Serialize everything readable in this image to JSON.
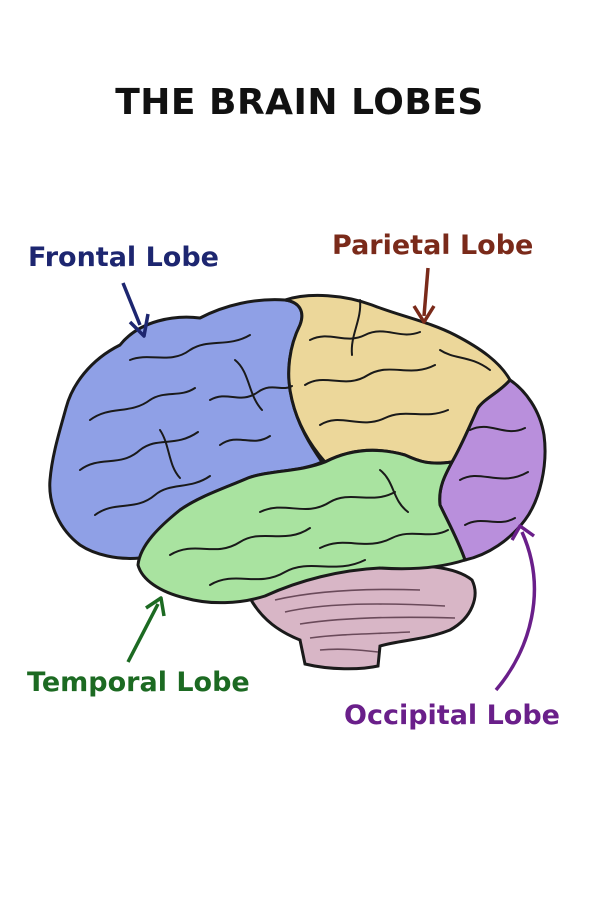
{
  "title": "THE BRAIN LOBES",
  "labels": {
    "frontal": "Frontal Lobe",
    "parietal": "Parietal Lobe",
    "temporal": "Temporal Lobe",
    "occipital": "Occipital Lobe"
  },
  "colors": {
    "frontal_text": "#1d2670",
    "parietal_text": "#7a2a1a",
    "temporal_text": "#1c6a22",
    "occipital_text": "#6a1f8a",
    "frontal_fill": "#8fa0e6",
    "parietal_fill": "#ecd79a",
    "temporal_fill": "#a9e3a0",
    "occipital_fill": "#b98fdc",
    "cerebellum_fill": "#d8b6c6"
  }
}
